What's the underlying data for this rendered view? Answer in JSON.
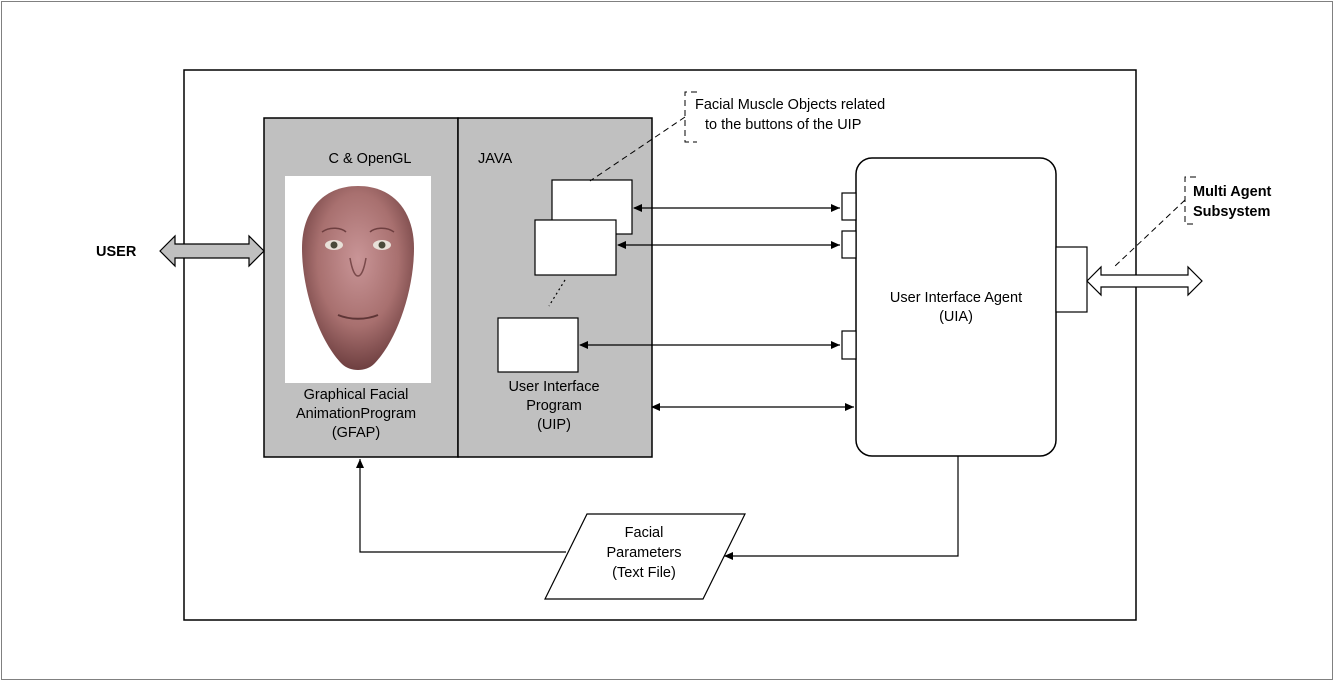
{
  "labels": {
    "user": "USER",
    "c_opengl": "C & OpenGL",
    "java": "JAVA",
    "gfap_line1": "Graphical Facial",
    "gfap_line2": "AnimationProgram",
    "gfap_line3": "(GFAP)",
    "uip_line1": "User Interface",
    "uip_line2": "Program",
    "uip_line3": "(UIP)",
    "uia_line1": "User Interface Agent",
    "uia_line2": "(UIA)",
    "callout_fmo_line1": "Facial Muscle Objects related",
    "callout_fmo_line2": "to the buttons of the UIP",
    "mas_line1": "Multi Agent",
    "mas_line2": "Subsystem",
    "fp_line1": "Facial",
    "fp_line2": "Parameters",
    "fp_line3": "(Text File)"
  },
  "colors": {
    "panel_fill": "#c0c0c0",
    "stroke": "#000000",
    "face_skin": "#b07a7c"
  },
  "icons": {
    "face": "face-render-image"
  }
}
